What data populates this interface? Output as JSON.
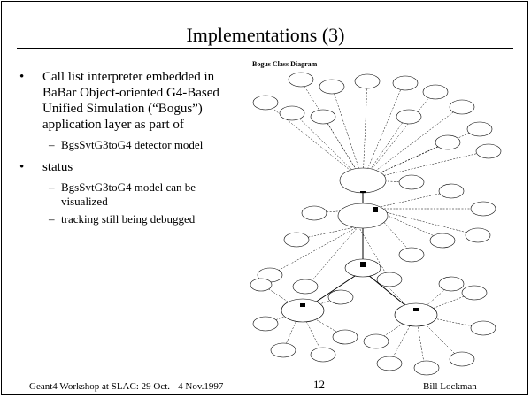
{
  "slide": {
    "title": "Implementations (3)",
    "bullets": [
      {
        "mark": "•",
        "text_lines": [
          "Call list interpreter embedded in",
          "BaBar Object-oriented G4-Based",
          "Unified Simulation (“Bogus”)",
          "application layer as part of"
        ],
        "subitems": [
          {
            "dash": "–",
            "text_lines": [
              "BgsSvtG3toG4 detector model"
            ]
          }
        ]
      },
      {
        "mark": "•",
        "text_lines": [
          "status"
        ],
        "subitems": [
          {
            "dash": "–",
            "text_lines": [
              "BgsSvtG3toG4 model can be",
              "visualized"
            ]
          },
          {
            "dash": "–",
            "text_lines": [
              "tracking still being debugged"
            ]
          }
        ]
      }
    ],
    "diagram": {
      "title": "Bogus Class Diagram"
    },
    "footer": {
      "left": "Geant4 Workshop at SLAC: 29 Oct. - 4 Nov.1997",
      "page": "12",
      "right": "Bill Lockman"
    }
  }
}
